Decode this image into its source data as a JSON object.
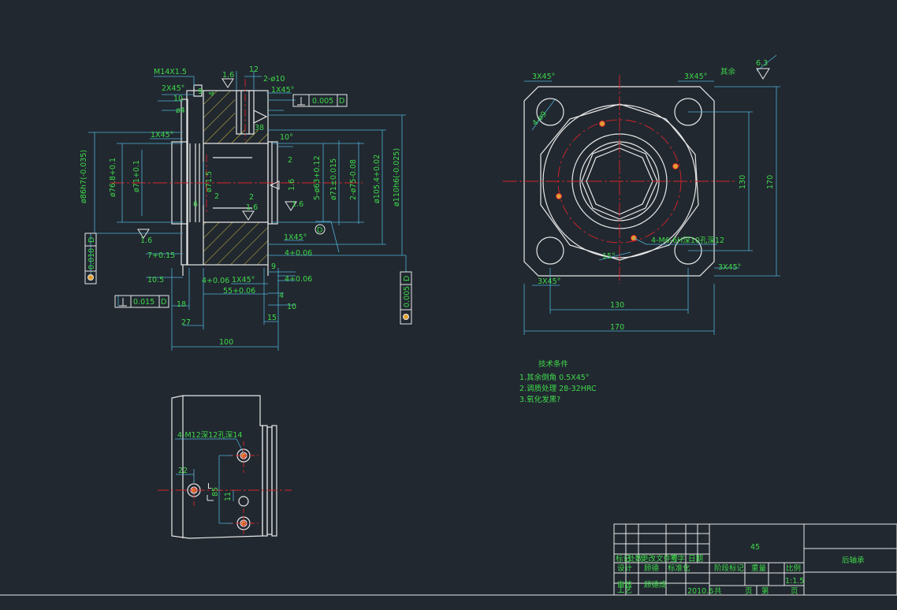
{
  "colors": {
    "background": "#212830",
    "outline": "#e8e8e8",
    "dimension": "#3fd94a",
    "center_line": "#d8242a",
    "hatch": "#d9c63c",
    "dim_line": "#4fb0d6",
    "hole_marker": "#e0a030"
  },
  "front_view": {
    "thread": "M14X1.5",
    "chamfer_top": "2X45°",
    "dim_10_top": "10",
    "dim_phi4": "ø4",
    "chamfer_left": "1X45°",
    "rough_top_a": "1.6",
    "dim_12": "12",
    "dim_2phi10": "2-ø10",
    "chamfer_1x45_a": "1X45°",
    "perp_tol_top": "0.005",
    "datum_top": "D",
    "dim_9": "9",
    "dim_4": "4",
    "angle_38": "38",
    "angle_10": "10°",
    "dim_phi86": "ø86h7(-0.035)",
    "dim_phi76": "ø76.8+0.1",
    "dim_phi71_inner": "ø71+0.1",
    "dim_phi71_5": "ø71.5",
    "dim_2_a": "2",
    "dim_6": "6",
    "dim_2_b": "2",
    "rough_mid_a": "1.6",
    "rough_mid_b": "1.6",
    "rough_mid_c": "1.6",
    "rough_left": "1.6",
    "dim_5_phi63": "5-ø63+0.12",
    "dim_phi71_tol": "ø71±0.015",
    "dim_2_phi75": "2-ø75-0.08",
    "dim_phi105": "ø105.4+0.02",
    "dim_phi110": "ø110h6(-0.025)",
    "dim_2_c": "2",
    "datum_D_label": "D",
    "flat_tol_left": "0.010",
    "flat_datum_left": "D",
    "dim_7": "7+0.15",
    "dim_10_5": "10.5",
    "dim_4_a": "4+0.06",
    "chamfer_1x45_b": "1X45°",
    "chamfer_1x45_c": "1X45°",
    "dim_4_b": "4+0.06",
    "dim_4_c": "4+0.06",
    "dim_55": "55+0.06",
    "dim_9_b": "9",
    "dim_4_d": "4",
    "perp_tol_bottom": "0.015",
    "datum_bottom": "D",
    "dim_18": "18",
    "dim_10_b": "10",
    "dim_27": "27",
    "dim_15": "15",
    "dim_100": "100",
    "flat_tol_right": "0.005",
    "flat_datum_right": "D"
  },
  "side_view": {
    "chamfer_tl": "3X45°",
    "chamfer_tr": "3X45°",
    "chamfer_bl": "3X45°",
    "chamfer_br": "3X45°",
    "rest_label": "其余",
    "rest_roughness": "6.3",
    "hole_tl": "4-ø9",
    "thread_holes": "4-M6-6H深10孔深12",
    "angle_15": "15°",
    "dim_130_v": "130",
    "dim_170_v": "170",
    "dim_130_h": "130",
    "dim_170_h": "170"
  },
  "tech_requirements": {
    "title": "技术条件",
    "line1": "1.其余倒角 0.5X45°",
    "line2": "2.调质处理 28-32HRC",
    "line3": "3.氧化发黑?"
  },
  "bottom_view": {
    "thread_holes": "4-M12深12孔深14",
    "dim_22": "22",
    "dim_85": "85",
    "dim_11": "11",
    "section_mark": "L"
  },
  "title_block": {
    "material": "45",
    "part_name": "后轴承",
    "scale": "1:1.5",
    "date": "2010.6",
    "row_labels": [
      "标记",
      "处数",
      "更改文件号",
      "签字",
      "日期"
    ],
    "role_labels": [
      "设计",
      "审核",
      "工艺"
    ],
    "stage_labels": [
      "阶段标记",
      "重量",
      "比例"
    ],
    "sheet_labels": [
      "共",
      "页",
      "第",
      "页"
    ],
    "designer": "顾德",
    "checker": "顾德成",
    "standard": "标准化"
  }
}
